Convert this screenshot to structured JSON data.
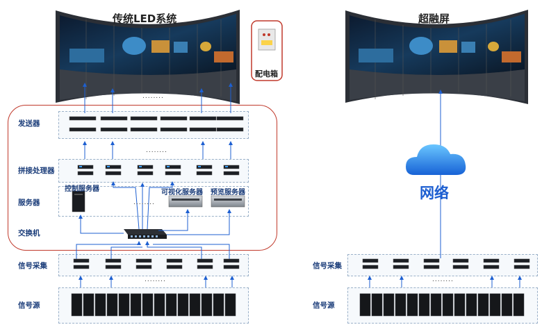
{
  "left": {
    "title": "传统LED系统",
    "power_box_label": "配电箱",
    "rows": {
      "sender": "发送器",
      "splicer": "拼接处理器",
      "server": "服务器",
      "switch": "交换机",
      "capture": "信号采集",
      "source": "信号源"
    },
    "servers": {
      "control": "控制服务器",
      "visual": "可视化服务器",
      "preview": "预览服务器"
    }
  },
  "right": {
    "title": "超融屏",
    "cloud_label": "网络",
    "rows": {
      "capture": "信号采集",
      "source": "信号源"
    }
  },
  "ellipsis": "........",
  "colors": {
    "accent": "#1d5fd1",
    "red_border": "#c0392b",
    "label": "#1b3d7a"
  }
}
